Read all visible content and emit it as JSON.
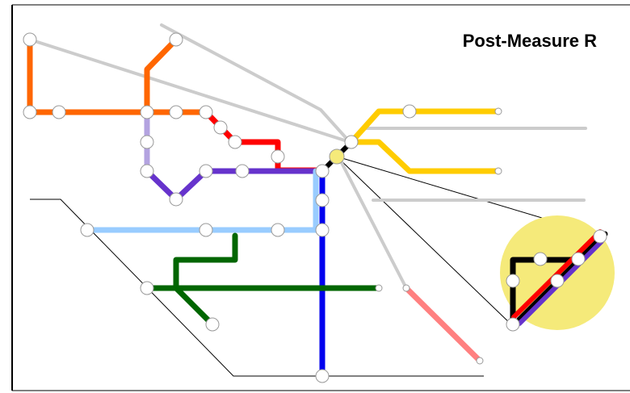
{
  "title": "Post-Measure R",
  "colors": {
    "orange": "#ff6600",
    "red": "#ff0000",
    "lavender": "#b3a3e0",
    "purple": "#6633cc",
    "light_blue": "#99ccff",
    "blue": "#0000ee",
    "dark_green": "#006600",
    "yellow": "#ffcc00",
    "gray": "#cccccc",
    "pink": "#ff8080",
    "black": "#000000",
    "highlight": "#f5ea7a"
  },
  "lines": [
    {
      "name": "orange-line",
      "color": "orange"
    },
    {
      "name": "red-line",
      "color": "red"
    },
    {
      "name": "lavender-line",
      "color": "lavender"
    },
    {
      "name": "purple-line",
      "color": "purple"
    },
    {
      "name": "light-blue-line",
      "color": "light_blue"
    },
    {
      "name": "blue-line",
      "color": "blue"
    },
    {
      "name": "dark-green-line",
      "color": "dark_green"
    },
    {
      "name": "yellow-line",
      "color": "yellow"
    },
    {
      "name": "gray-line",
      "color": "gray"
    },
    {
      "name": "pink-line",
      "color": "pink"
    },
    {
      "name": "black-connector",
      "color": "black"
    }
  ],
  "inset": {
    "highlight": "yellow-circle",
    "magnifies": "downtown-junction"
  }
}
